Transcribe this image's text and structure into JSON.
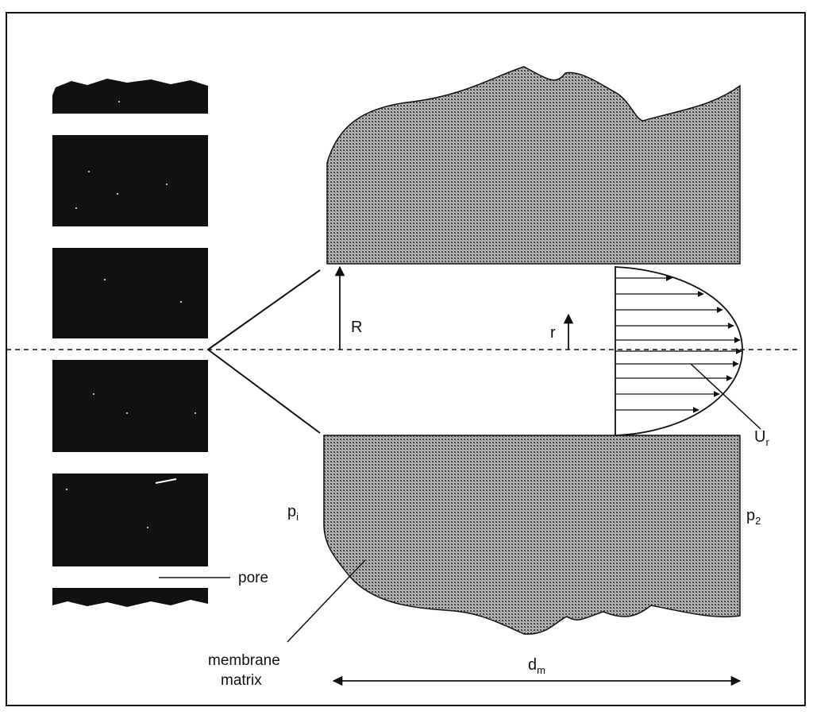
{
  "labels": {
    "radius": "R",
    "radial_coordinate": "r",
    "velocity": "U",
    "velocity_subscript": "r",
    "pressure_in": "p",
    "pressure_in_subscript": "i",
    "pressure_out": "p",
    "pressure_out_subscript": "2",
    "pore": "pore",
    "membrane_line1": "membrane",
    "membrane_line2": "matrix",
    "thickness": "d",
    "thickness_subscript": "m"
  },
  "colors": {
    "membrane_fill": "#111111",
    "matrix_fill": "#9a9a9a",
    "ink": "#111111"
  }
}
